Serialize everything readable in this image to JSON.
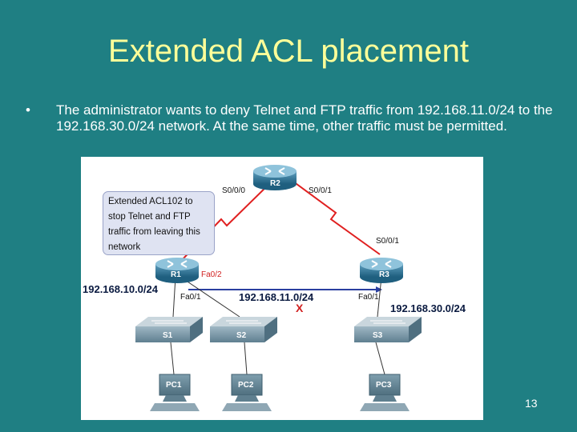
{
  "slide": {
    "title": "Extended ACL placement",
    "bullet": "•",
    "bullet_text": "The administrator wants to deny Telnet and FTP traffic from 192.168.11.0/24 to the 192.168.30.0/24 network. At the same time, other traffic must be permitted.",
    "slide_number": "13"
  },
  "diagram": {
    "callout": [
      "Extended ACL102  to",
      "stop Telnet and FTP",
      "traffic from leaving this",
      "network"
    ],
    "devices": {
      "r1": "R1",
      "r2": "R2",
      "r3": "R3",
      "s1": "S1",
      "s2": "S2",
      "s3": "S3",
      "pc1": "PC1",
      "pc2": "PC2",
      "pc3": "PC3"
    },
    "interfaces": {
      "r2_left": "S0/0/0",
      "r2_right": "S0/0/1",
      "r3_serial": "S0/0/1",
      "r1_fa02": "Fa0/2",
      "r1_fa01": "Fa0/1",
      "r3_fa01": "Fa0/1"
    },
    "networks": {
      "net10": "192.168.10.0/24",
      "net11": "192.168.11.0/24",
      "net30": "192.168.30.0/24"
    },
    "deny_mark": "X",
    "colors": {
      "background": "#1f7f83",
      "title": "#ffff99",
      "serial_link": "#e02020",
      "ethernet_link": "#2a3fa0",
      "router": "#2f6f8f",
      "switch": "#6f8fa0"
    }
  }
}
